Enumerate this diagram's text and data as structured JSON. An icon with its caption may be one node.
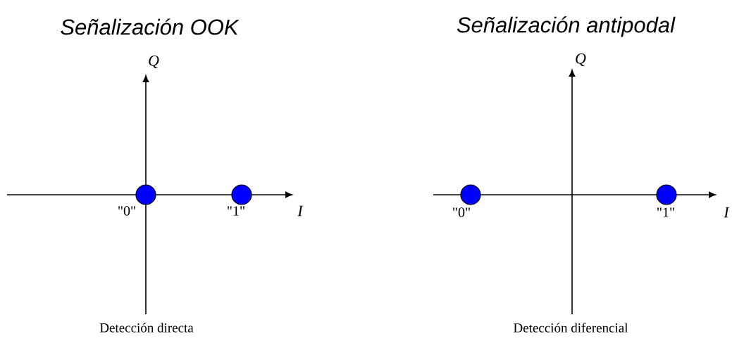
{
  "diagram": {
    "nodes": [
      {
        "text": [],
        "shape": "circle",
        "beside": [
          "\"0\""
        ]
      },
      {
        "text": [],
        "shape": "circle",
        "beside": [
          "\"1\""
        ]
      },
      {
        "text": [],
        "shape": "circle",
        "beside": [
          "\"0\""
        ]
      },
      {
        "text": [],
        "shape": "circle",
        "beside": [
          "\"1\""
        ]
      }
    ],
    "labels": [
      "Señalización OOK",
      "Señalización antipodal",
      "Q",
      "Q",
      "I",
      "I",
      "Detección directa",
      "Detección diferencial"
    ]
  }
}
